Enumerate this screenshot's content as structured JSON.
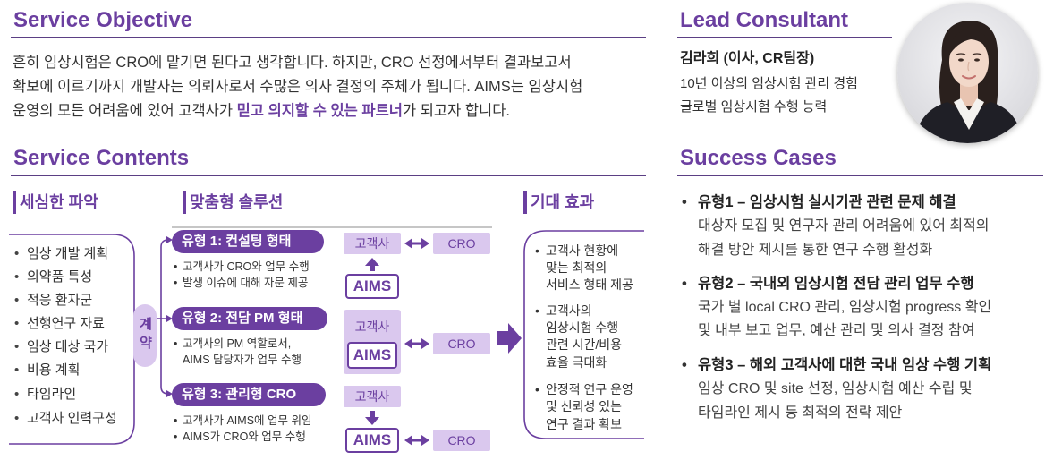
{
  "colors": {
    "accent": "#6b3fa0",
    "accent_light": "#dac8ee",
    "rule": "#5b3f84",
    "text": "#333333"
  },
  "objective": {
    "heading": "Service Objective",
    "line1": "흔히 임상시험은 CRO에 맡기면 된다고 생각합니다. 하지만, CRO 선정에서부터 결과보고서",
    "line2": "확보에 이르기까지 개발사는 의뢰사로서 수많은 의사 결정의 주체가 됩니다. AIMS는 임상시험",
    "line3_before": "운영의 모든 어려움에 있어 고객사가 ",
    "line3_emphasis": "믿고 의지할 수 있는 파트너",
    "line3_after": "가 되고자 합니다."
  },
  "contents": {
    "heading": "Service Contents",
    "column_headers": {
      "understanding": "세심한 파악",
      "solution": "맞춤형 솔루션",
      "effect": "기대 효과"
    },
    "understanding_items": [
      "임상 개발 계획",
      "의약품 특성",
      "적응 환자군",
      "선행연구 자료",
      "임상 대상 국가",
      "비용 계획",
      "타임라인",
      "고객사 인력구성"
    ],
    "contract": "계약",
    "types": [
      {
        "label": "유형 1: 컨설팅 형태",
        "notes": [
          [
            "고객사가 CRO와 업무 수행"
          ],
          [
            "발생 이슈에 대해 자문 제공"
          ]
        ],
        "client": "고객사",
        "aims": "AIMS",
        "cro": "CRO",
        "aims_client_arrow": "arrow-up-icon",
        "link_icon": "double-arrow-icon"
      },
      {
        "label": "유형 2: 전담 PM 형태",
        "notes": [
          [
            "고객사의 PM 역할로서,",
            "AIMS 담당자가 업무 수행"
          ]
        ],
        "client": "고객사",
        "aims": "AIMS",
        "cro": "CRO",
        "link_icon": "double-arrow-icon"
      },
      {
        "label": "유형 3: 관리형 CRO",
        "notes": [
          [
            "고객사가 AIMS에 업무 위임"
          ],
          [
            "AIMS가 CRO와 업무 수행"
          ]
        ],
        "client": "고객사",
        "aims": "AIMS",
        "cro": "CRO",
        "aims_client_arrow": "arrow-down-icon",
        "link_icon": "double-arrow-icon"
      }
    ],
    "proceed_icon": "arrow-right-block-icon",
    "effects": [
      [
        "고객사 현황에",
        "맞는 최적의",
        "서비스 형태 제공"
      ],
      [
        "고객사의",
        "임상시험 수행",
        "관련 시간/비용",
        "효율 극대화"
      ],
      [
        "안정적 연구 운영",
        "및 신뢰성 있는",
        "연구 결과 확보"
      ]
    ]
  },
  "consultant": {
    "heading": "Lead Consultant",
    "name": "김라희 (이사, CR팀장)",
    "details": [
      "10년 이상의 임상시험 관리 경험",
      "글로벌 임상시험 수행 능력"
    ],
    "photo_icon": "consultant-portrait"
  },
  "success": {
    "heading": "Success Cases",
    "cases": [
      {
        "title": "유형1 – 임상시험 실시기관 관련 문제 해결",
        "lines": [
          "대상자 모집 및 연구자 관리 어려움에 있어 최적의",
          "해결 방안 제시를 통한 연구 수행 활성화"
        ]
      },
      {
        "title": "유형2 – 국내외 임상시험 전담 관리 업무 수행",
        "lines": [
          "국가 별 local CRO 관리, 임상시험 progress 확인",
          "및 내부 보고 업무, 예산 관리 및 의사 결정 참여"
        ]
      },
      {
        "title": "유형3 – 해외 고객사에 대한 국내 임상 수행 기획",
        "lines": [
          "임상 CRO 및 site 선정, 임상시험 예산 수립 및",
          "타임라인 제시 등 최적의 전략 제안"
        ]
      }
    ]
  }
}
